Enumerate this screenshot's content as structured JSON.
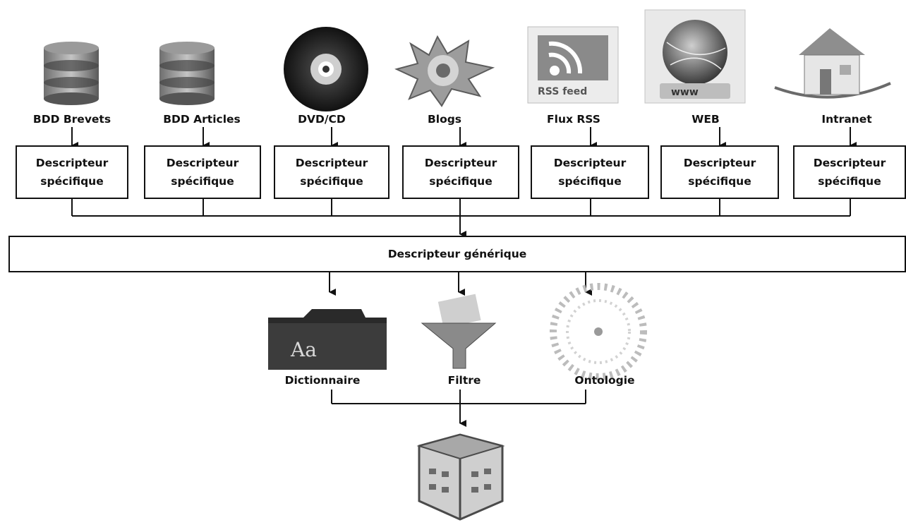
{
  "sources": [
    {
      "label": "BDD Brevets",
      "icon": "database-icon"
    },
    {
      "label": "BDD Articles",
      "icon": "database-icon"
    },
    {
      "label": "DVD/CD",
      "icon": "disc-icon"
    },
    {
      "label": "Blogs",
      "icon": "blog-splash-icon"
    },
    {
      "label": "Flux RSS",
      "icon": "rss-feed-icon",
      "icon_text": "RSS feed"
    },
    {
      "label": "WEB",
      "icon": "web-globe-icon",
      "icon_text": "www"
    },
    {
      "label": "Intranet",
      "icon": "house-icon"
    }
  ],
  "specific_descriptor": {
    "line1": "Descripteur",
    "line2": "spécifique"
  },
  "generic_descriptor": "Descripteur générique",
  "tools": [
    {
      "label": "Dictionnaire",
      "icon": "dictionary-folder-icon",
      "icon_text": "Aa"
    },
    {
      "label": "Filtre",
      "icon": "funnel-filter-icon"
    },
    {
      "label": "Ontologie",
      "icon": "ontology-graph-icon"
    }
  ],
  "output": {
    "icon": "data-cube-icon"
  },
  "colors": {
    "line": "#111111",
    "icon_dark": "#1e1e1e",
    "icon_mid": "#8a8a8a",
    "icon_light": "#d6d6d6"
  }
}
